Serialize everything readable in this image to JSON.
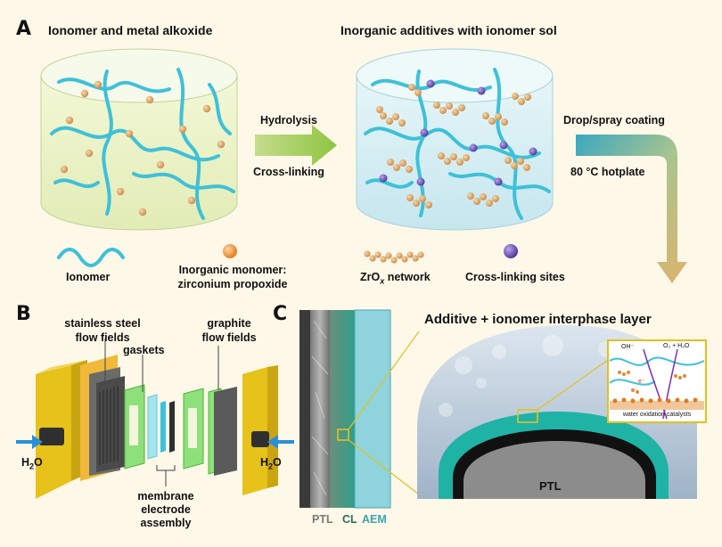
{
  "panels": {
    "a": {
      "letter": "A",
      "left_title": "Ionomer and metal alkoxide",
      "right_title": "Inorganic additives with ionomer sol",
      "step_top": "Hydrolysis",
      "step_bottom": "Cross-linking",
      "coating_1": "Drop/spray coating",
      "coating_2": "80 °C hotplate",
      "legend": {
        "ionomer": "Ionomer",
        "monomer_1": "Inorganic monomer:",
        "monomer_2": "zirconium propoxide",
        "zrox": "ZrOx network",
        "zrox_base": "ZrO",
        "zrox_sub": "x",
        "zrox_rest": " network",
        "crosslink": "Cross-linking sites"
      }
    },
    "b": {
      "letter": "B",
      "steel": "stainless steel",
      "steel_2": "flow fields",
      "gaskets": "gaskets",
      "graphite": "graphite",
      "graphite_2": "flow fields",
      "mea_1": "membrane",
      "mea_2": "electrode",
      "mea_3": "assembly",
      "h2o_left": "H2O",
      "h2o_right": "H2O"
    },
    "c": {
      "letter": "C",
      "title": "Additive + ionomer interphase layer",
      "ptl": "PTL",
      "cl": "CL",
      "aem": "AEM",
      "ptl_center": "PTL",
      "inset_oh": "OH⁻",
      "inset_o2": "O₂ + H₂O",
      "inset_e": "e⁻",
      "inset_caption": "water oxidation catalysts"
    }
  },
  "colors": {
    "background": "#fdf8e8",
    "ionomer": "#3ec1d8",
    "monomer": "#d9a86a",
    "crosslink": "#6a52b0",
    "gasket": "#7cd86a",
    "endplate": "#e6c21a",
    "aem": "#8fd3dc",
    "interphase": "#1fb3a6"
  }
}
